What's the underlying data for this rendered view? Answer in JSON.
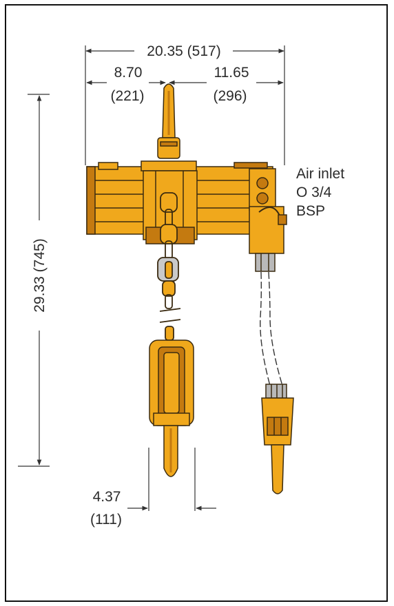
{
  "dimensions": {
    "overall_width": "20.35 (517)",
    "left_width_in": "8.70",
    "left_width_mm": "(221)",
    "right_width_in": "11.65",
    "right_width_mm": "(296)",
    "height": "29.33 (745)",
    "hook_width_in": "4.37",
    "hook_width_mm": "(111)"
  },
  "air_inlet": {
    "line1": "Air inlet",
    "line2": "O 3/4",
    "line3": "BSP"
  },
  "colors": {
    "body": "#f0a81c",
    "body_shadow": "#c47a10",
    "outline": "#3a2a10",
    "line": "#333333"
  }
}
